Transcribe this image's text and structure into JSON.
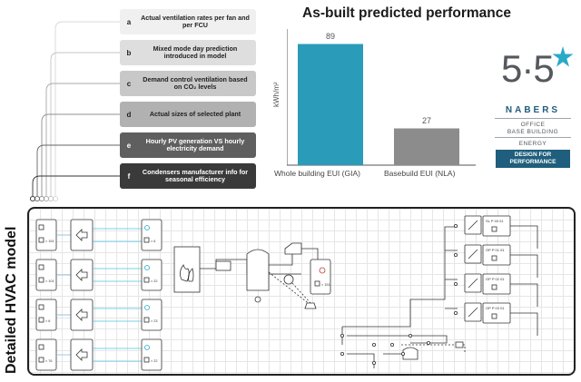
{
  "features": [
    {
      "letter": "a",
      "text": "Actual ventilation rates per fan and per FCU"
    },
    {
      "letter": "b",
      "text": "Mixed mode day prediction introduced in model"
    },
    {
      "letter": "c",
      "text": "Demand control ventilation based on CO₂ levels"
    },
    {
      "letter": "d",
      "text": "Actual sizes of selected plant"
    },
    {
      "letter": "e",
      "text": "Hourly PV generation VS hourly electricity demand"
    },
    {
      "letter": "f",
      "text": "Condensers manufacturer info for seasonal efficiency"
    }
  ],
  "chart_data": {
    "type": "bar",
    "title": "As-built predicted performance",
    "ylabel": "kWh/m²",
    "categories": [
      "Whole building EUI (GIA)",
      "Basebuild EUI (NLA)"
    ],
    "values": [
      89,
      27
    ],
    "ylim": [
      0,
      100
    ],
    "colors": [
      "#2a9bb8",
      "#8c8c8c"
    ],
    "grid": false
  },
  "nabers": {
    "rating": "5·5",
    "name": "NABERS",
    "category1": "OFFICE",
    "category2": "BASE BUILDING",
    "category3": "ENERGY",
    "badge": "DESIGN FOR PERFORMANCE",
    "star_color": "#2aa9c9"
  },
  "hvac": {
    "title": "Detailed HVAC model",
    "zone_counts": [
      "× 151",
      "× 101",
      "× 6",
      "× 76"
    ],
    "terminal_counts": [
      "× 6",
      "× 22",
      "× 23",
      "× 22"
    ],
    "central_count": "× 151",
    "fan_labels": [
      "SL P 03 01",
      "OP P 01 01",
      "OP P 02 01",
      "OP P 03 01"
    ]
  }
}
